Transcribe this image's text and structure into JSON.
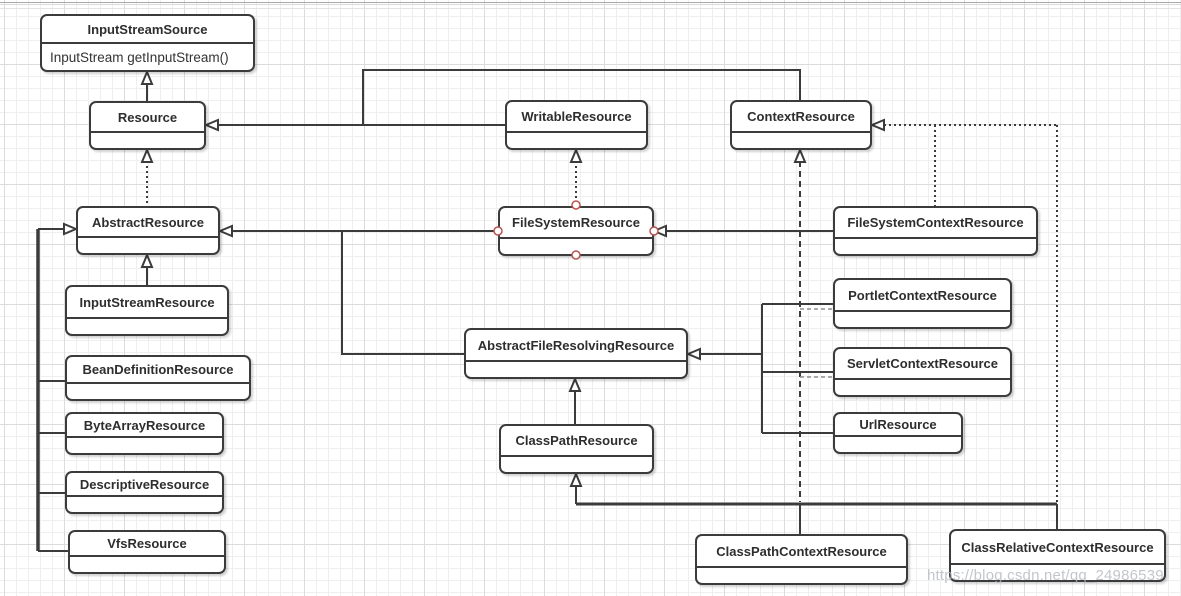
{
  "canvas": {
    "watermark": "https://blog.csdn.net/qq_24986539"
  },
  "classes": [
    {
      "id": "InputStreamSource",
      "label": "InputStreamSource",
      "members": [
        "InputStream getInputStream()"
      ]
    },
    {
      "id": "Resource",
      "label": "Resource"
    },
    {
      "id": "WritableResource",
      "label": "WritableResource"
    },
    {
      "id": "ContextResource",
      "label": "ContextResource"
    },
    {
      "id": "AbstractResource",
      "label": "AbstractResource"
    },
    {
      "id": "FileSystemResource",
      "label": "FileSystemResource"
    },
    {
      "id": "FileSystemContextResource",
      "label": "FileSystemContextResource"
    },
    {
      "id": "InputStreamResource",
      "label": "InputStreamResource"
    },
    {
      "id": "PortletContextResource",
      "label": "PortletContextResource"
    },
    {
      "id": "BeanDefinitionResource",
      "label": "BeanDefinitionResource"
    },
    {
      "id": "AbstractFileResolvingResource",
      "label": "AbstractFileResolvingResource"
    },
    {
      "id": "ServletContextResource",
      "label": "ServletContextResource"
    },
    {
      "id": "ByteArrayResource",
      "label": "ByteArrayResource"
    },
    {
      "id": "UrlResource",
      "label": "UrlResource"
    },
    {
      "id": "ClassPathResource",
      "label": "ClassPathResource"
    },
    {
      "id": "DescriptiveResource",
      "label": "DescriptiveResource"
    },
    {
      "id": "VfsResource",
      "label": "VfsResource"
    },
    {
      "id": "ClassPathContextResource",
      "label": "ClassPathContextResource"
    },
    {
      "id": "ClassRelativeContextResource",
      "label": "ClassRelativeContextResource"
    }
  ],
  "relationships": [
    {
      "from": "Resource",
      "to": "InputStreamSource",
      "style": "solid"
    },
    {
      "from": "WritableResource",
      "to": "Resource",
      "style": "solid"
    },
    {
      "from": "ContextResource",
      "to": "Resource",
      "style": "solid"
    },
    {
      "from": "AbstractResource",
      "to": "Resource",
      "style": "dotted"
    },
    {
      "from": "InputStreamResource",
      "to": "AbstractResource",
      "style": "solid"
    },
    {
      "from": "BeanDefinitionResource",
      "to": "AbstractResource",
      "style": "solid"
    },
    {
      "from": "ByteArrayResource",
      "to": "AbstractResource",
      "style": "solid"
    },
    {
      "from": "DescriptiveResource",
      "to": "AbstractResource",
      "style": "solid"
    },
    {
      "from": "VfsResource",
      "to": "AbstractResource",
      "style": "solid"
    },
    {
      "from": "FileSystemResource",
      "to": "AbstractResource",
      "style": "solid"
    },
    {
      "from": "AbstractFileResolvingResource",
      "to": "AbstractResource",
      "style": "solid"
    },
    {
      "from": "FileSystemResource",
      "to": "WritableResource",
      "style": "dotted"
    },
    {
      "from": "FileSystemContextResource",
      "to": "FileSystemResource",
      "style": "solid"
    },
    {
      "from": "FileSystemContextResource",
      "to": "ContextResource",
      "style": "dotted"
    },
    {
      "from": "ClassRelativeContextResource",
      "to": "ContextResource",
      "style": "dotted"
    },
    {
      "from": "PortletContextResource",
      "to": "AbstractFileResolvingResource",
      "style": "solid"
    },
    {
      "from": "ServletContextResource",
      "to": "AbstractFileResolvingResource",
      "style": "solid"
    },
    {
      "from": "UrlResource",
      "to": "AbstractFileResolvingResource",
      "style": "solid"
    },
    {
      "from": "PortletContextResource",
      "to": "ContextResource",
      "style": "dashed"
    },
    {
      "from": "ServletContextResource",
      "to": "ContextResource",
      "style": "dashed"
    },
    {
      "from": "ClassPathContextResource",
      "to": "ContextResource",
      "style": "dashed"
    },
    {
      "from": "ClassPathResource",
      "to": "AbstractFileResolvingResource",
      "style": "solid"
    },
    {
      "from": "ClassPathContextResource",
      "to": "ClassPathResource",
      "style": "solid"
    },
    {
      "from": "ClassRelativeContextResource",
      "to": "ClassPathResource",
      "style": "solid"
    }
  ],
  "colors": {
    "box_border": "#3b3b3b",
    "box_fill": "#ffffff",
    "line": "#3b3b3b",
    "connection_point": "#b85450",
    "grid_minor": "#efefef",
    "grid_major": "#dcdcdc",
    "watermark": "#b4b9bf"
  }
}
